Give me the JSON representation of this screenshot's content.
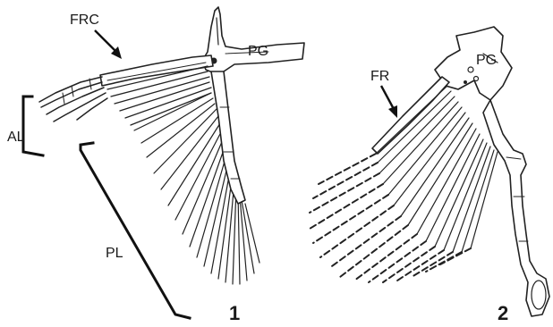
{
  "panel1": {
    "number": "1",
    "labels": {
      "frc": "FRC",
      "pg": "PG",
      "al": "AL",
      "pl": "PL"
    }
  },
  "panel2": {
    "number": "2",
    "labels": {
      "fr": "FR",
      "pg": "PG"
    }
  },
  "colors": {
    "ink": "#222222",
    "background": "#ffffff"
  }
}
